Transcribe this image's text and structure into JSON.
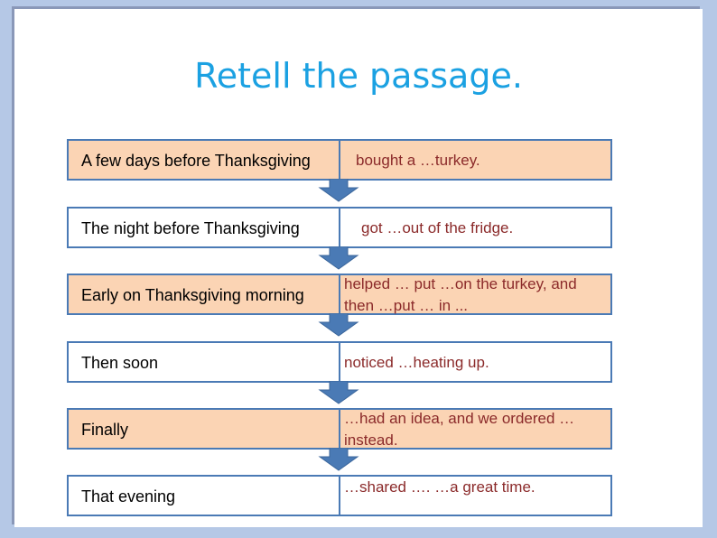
{
  "title": "Retell the passage.",
  "rows": [
    {
      "time": "A few days before Thanksgiving",
      "event": "bought a …turkey.",
      "highlight": true
    },
    {
      "time": "The night before Thanksgiving",
      "event": "got …out of the fridge.",
      "highlight": false
    },
    {
      "time": "Early on Thanksgiving morning",
      "event": "helped … put …on the turkey, and",
      "event2": "then …put … in ...",
      "highlight": true
    },
    {
      "time": "Then soon",
      "event": "noticed …heating up.",
      "highlight": false
    },
    {
      "time": "Finally",
      "event": "…had an idea, and we ordered …",
      "event2": "instead.",
      "highlight": true
    },
    {
      "time": "That evening",
      "event": "…shared …. …a great time.",
      "highlight": false
    }
  ],
  "colors": {
    "fill": "#fbd4b4",
    "border": "#4a7ab5",
    "title": "#1ba1e2",
    "event": "#8b2a2a"
  }
}
